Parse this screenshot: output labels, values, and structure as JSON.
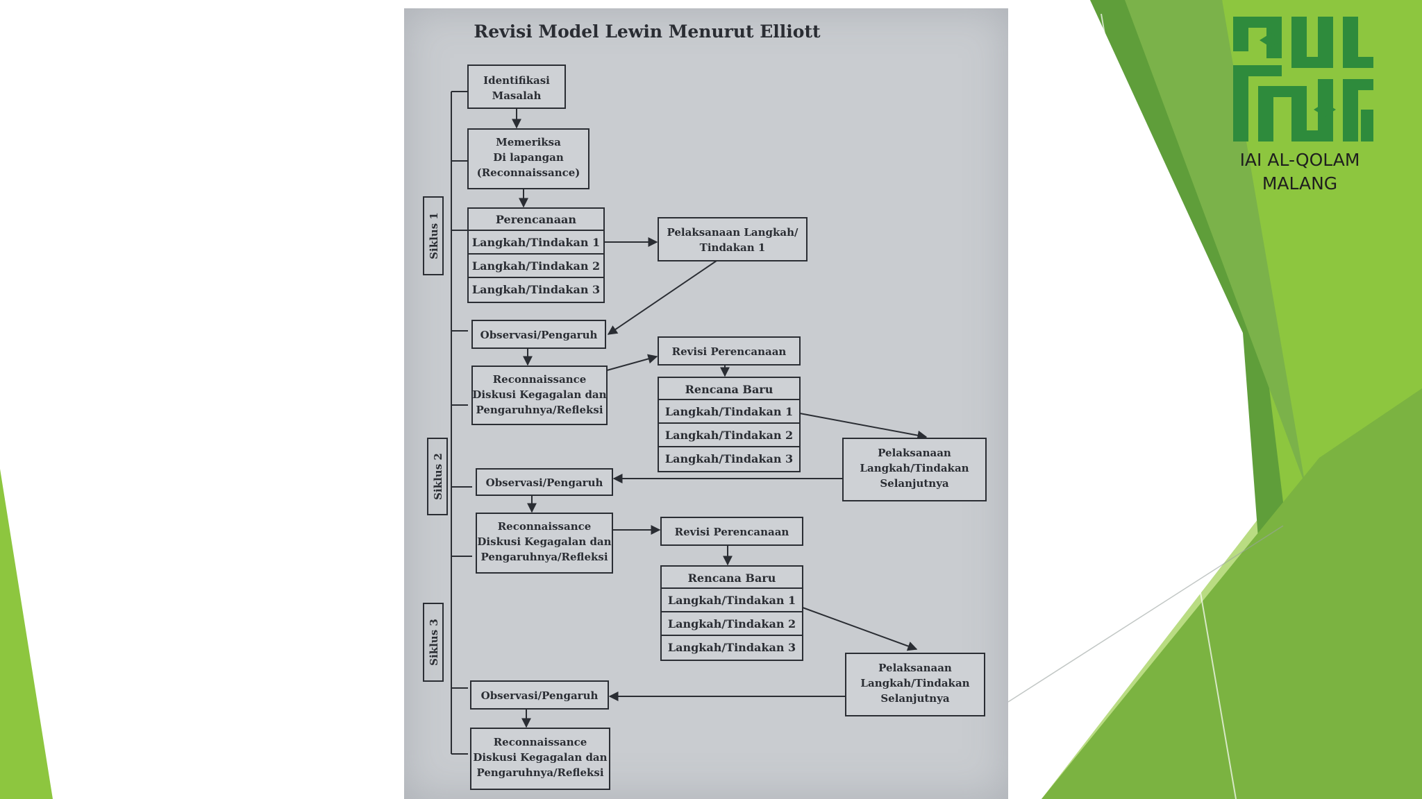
{
  "colors": {
    "paper": "#c9ccd0",
    "ink": "#2a2d33",
    "green_dark": "#2f7d32",
    "green_mid": "#6aa84f",
    "green_light": "#8dc63f",
    "logo_green": "#2e8b3c"
  },
  "logo": {
    "caption": "IAI AL-QOLAM\nMALANG"
  },
  "diagram": {
    "title": "Revisi Model Lewin Menurut Elliott",
    "siklus_1": "Siklus 1",
    "siklus_2": "Siklus 2",
    "siklus_3": "Siklus 3",
    "identifikasi": [
      "Identifikasi",
      "Masalah"
    ],
    "memeriksa": [
      "Memeriksa",
      "Di lapangan",
      "(Reconnaissance)"
    ],
    "perencanaan": {
      "header": "Perencanaan",
      "rows": [
        "Langkah/Tindakan 1",
        "Langkah/Tindakan 2",
        "Langkah/Tindakan 3"
      ]
    },
    "pelaksanaan_1": [
      "Pelaksanaan Langkah/",
      "Tindakan 1"
    ],
    "observasi": "Observasi/Pengaruh",
    "reconnaissance": [
      "Reconnaissance",
      "Diskusi Kegagalan dan",
      "Pengaruhnya/Refleksi"
    ],
    "revisi": "Revisi Perencanaan",
    "rencana_baru": {
      "header": "Rencana Baru",
      "rows": [
        "Langkah/Tindakan 1",
        "Langkah/Tindakan 2",
        "Langkah/Tindakan 3"
      ]
    },
    "pelaksanaan_lanjut": [
      "Pelaksanaan",
      "Langkah/Tindakan",
      "Selanjutnya"
    ]
  }
}
